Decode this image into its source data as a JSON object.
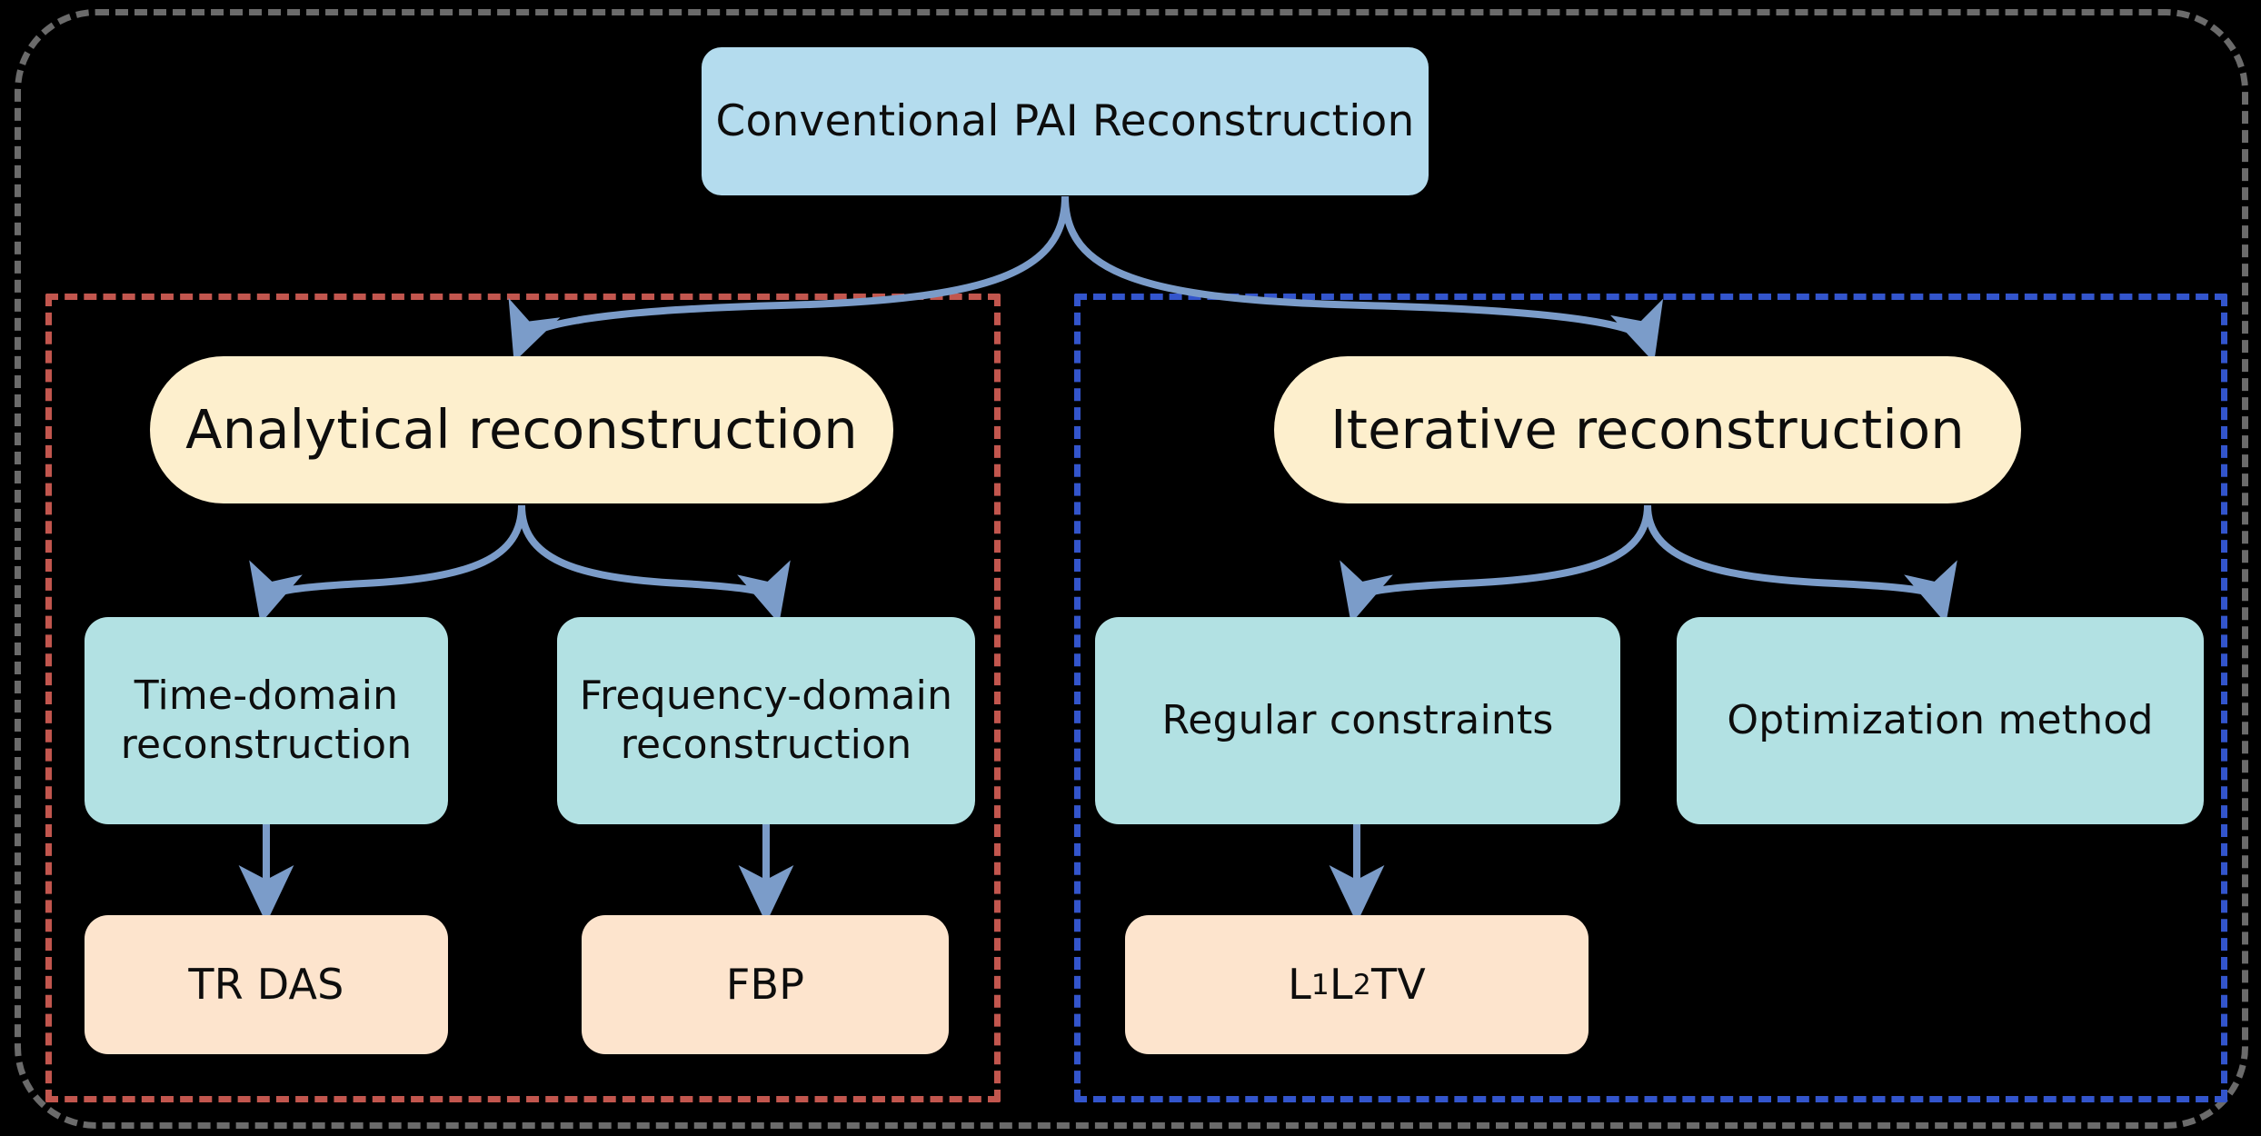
{
  "diagram": {
    "title": "Conventional PAI Reconstruction taxonomy",
    "colors": {
      "background": "#000000",
      "root_fill": "#b4dcee",
      "branch_fill": "#fdefcd",
      "method_fill": "#b2e1e3",
      "leaf_fill": "#fde4cd",
      "edge_stroke": "#7b9cc9",
      "outer_frame": "#6b6b6b",
      "left_frame": "#c2564e",
      "right_frame": "#3355cc"
    },
    "root": {
      "label": "Conventional PAI Reconstruction"
    },
    "branches": [
      {
        "label": "Analytical reconstruction"
      },
      {
        "label": "Iterative reconstruction"
      }
    ],
    "methods": [
      {
        "label": "Time-domain\nreconstruction"
      },
      {
        "label": "Frequency-domain\nreconstruction"
      },
      {
        "label": "Regular constraints"
      },
      {
        "label": "Optimization method"
      }
    ],
    "leaves": [
      {
        "label": "TR DAS"
      },
      {
        "label": "FBP"
      },
      {
        "label_prefix": "L",
        "sub1": "1",
        "mid": " L",
        "sub2": "2",
        "suffix": "  TV",
        "label": "L1 L2  TV"
      }
    ],
    "frames": {
      "outer": {
        "style": "dashed",
        "color": "#6b6b6b"
      },
      "analytical_group": {
        "style": "dashed",
        "color": "#c2564e"
      },
      "iterative_group": {
        "style": "dashed",
        "color": "#3355cc"
      }
    }
  }
}
